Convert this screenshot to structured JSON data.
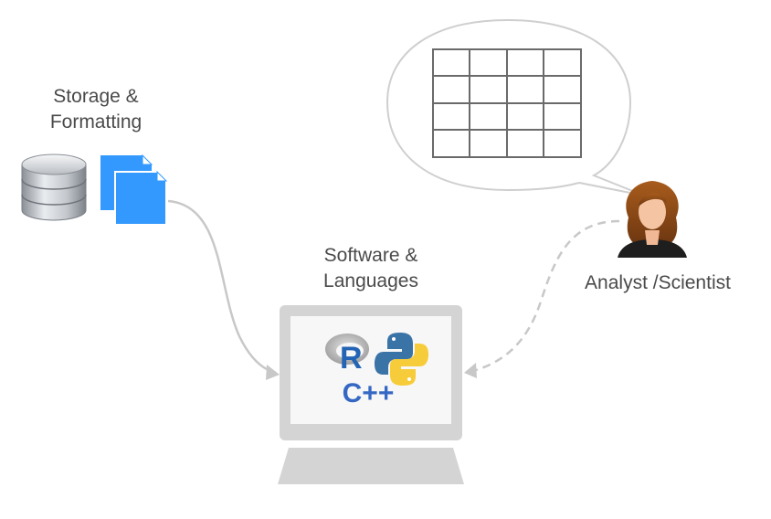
{
  "storage": {
    "line1": "Storage &",
    "line2": "Formatting",
    "icons": [
      "database-icon",
      "document-stack-icon"
    ]
  },
  "software": {
    "line1": "Software &",
    "line2": "Languages",
    "languages": {
      "r": "R",
      "python": "python-logo-icon",
      "cpp": "C++"
    }
  },
  "analyst": {
    "label": "Analyst /Scientist",
    "icon": "woman-avatar-icon"
  },
  "speech_bubble": {
    "content": "table-grid-icon",
    "rows": 4,
    "cols": 4
  },
  "colors": {
    "text": "#4a4a4a",
    "document_blue": "#3399ff",
    "arrow_gray": "#c8c8c8",
    "r_blue": "#2464b4",
    "cpp_blue": "#3568c4",
    "python_blue": "#3a73a6",
    "python_yellow": "#f7cc3b"
  }
}
